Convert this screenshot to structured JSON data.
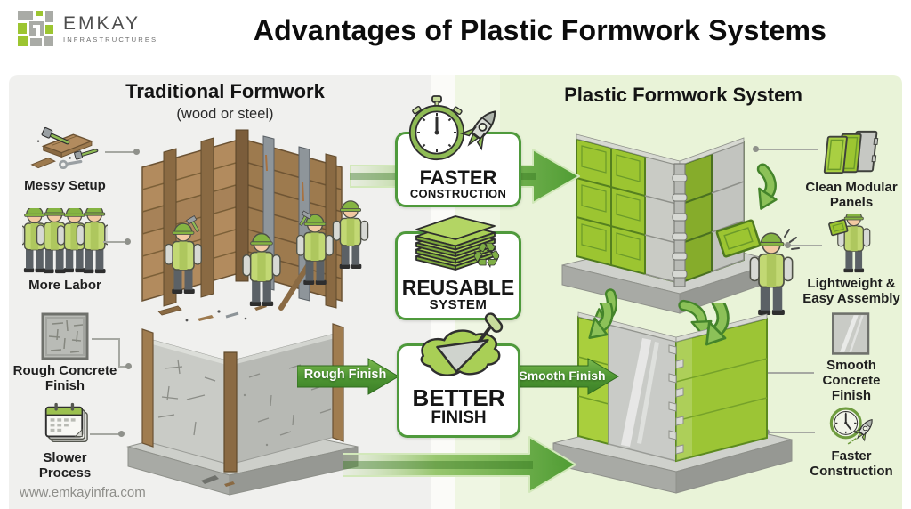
{
  "header": {
    "logo": {
      "name": "EMKAY",
      "tagline": "INFRASTRUCTURES"
    },
    "title": "Advantages of Plastic Formwork Systems"
  },
  "left_panel": {
    "title": "Traditional Formwork",
    "subtitle": "(wood or steel)",
    "labels": [
      {
        "icon": "messy-tools-icon",
        "text": "Messy Setup"
      },
      {
        "icon": "labor-crew-icon",
        "text": "More Labor"
      },
      {
        "icon": "rough-concrete-icon",
        "text": "Rough Concrete Finish"
      },
      {
        "icon": "calendar-icon",
        "text": "Slower Process"
      }
    ],
    "illustrations": [
      "traditional-formwork-construction",
      "rough-concrete-wall"
    ]
  },
  "center": {
    "badges": [
      {
        "icon": "stopwatch-rocket-icon",
        "line1": "FASTER",
        "line2": "CONSTRUCTION"
      },
      {
        "icon": "stacked-panels-recycle-icon",
        "line1": "REUSABLE",
        "line2": "SYSTEM"
      },
      {
        "icon": "trowel-icon",
        "line1": "BETTER",
        "line2": "FINISH"
      }
    ],
    "flow_labels": {
      "left": "Rough Finish",
      "right": "Smooth Finish"
    }
  },
  "right_panel": {
    "title": "Plastic Formwork System",
    "labels": [
      {
        "icon": "modular-panels-icon",
        "text": "Clean Modular Panels"
      },
      {
        "icon": "worker-panel-icon",
        "text": "Lightweight & Easy Assembly"
      },
      {
        "icon": "smooth-concrete-icon",
        "text": "Smooth Concrete Finish"
      },
      {
        "icon": "clock-rocket-icon",
        "text": "Faster Construction"
      }
    ],
    "illustrations": [
      "plastic-formwork-assembly",
      "smooth-concrete-wall"
    ]
  },
  "footer": {
    "website": "www.emkayinfra.com"
  },
  "colors": {
    "accent_green": "#5aa338",
    "accent_green_dark": "#3f8c2c",
    "accent_green_light": "#9cc531",
    "panel_left_bg": "#f0f0ee",
    "panel_right_bg": "#e9f3d8",
    "wood_brown": "#ab875d",
    "concrete_gray": "#c2c4c0",
    "text_dark": "#1b1b1b"
  }
}
